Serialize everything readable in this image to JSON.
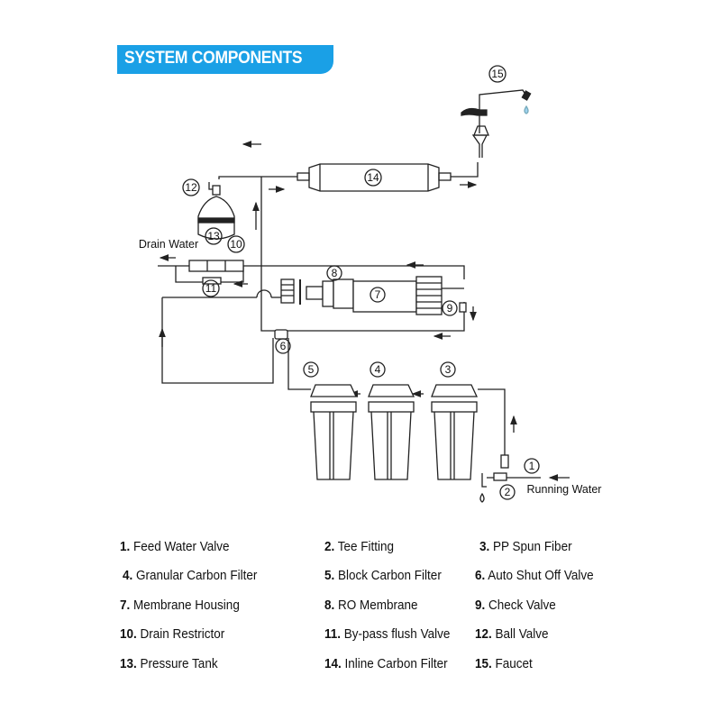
{
  "header": {
    "title": "SYSTEM COMPONENTS",
    "color": "#1aa0e6"
  },
  "diagram": {
    "labels": {
      "drain_water": "Drain Water",
      "running_water": "Running Water"
    },
    "callouts": [
      "1",
      "2",
      "3",
      "4",
      "5",
      "6",
      "7",
      "8",
      "9",
      "10",
      "11",
      "12",
      "13",
      "14",
      "15"
    ]
  },
  "legend": [
    {
      "num": "1.",
      "label": "Feed Water Valve"
    },
    {
      "num": "2.",
      "label": "Tee Fitting"
    },
    {
      "num": "3.",
      "label": "PP Spun Fiber"
    },
    {
      "num": "4.",
      "label": "Granular Carbon Filter"
    },
    {
      "num": "5.",
      "label": "Block Carbon Filter"
    },
    {
      "num": "6.",
      "label": "Auto Shut Off Valve"
    },
    {
      "num": "7.",
      "label": "Membrane Housing"
    },
    {
      "num": "8.",
      "label": "RO Membrane"
    },
    {
      "num": "9.",
      "label": "Check Valve"
    },
    {
      "num": "10.",
      "label": "Drain Restrictor"
    },
    {
      "num": "11.",
      "label": "By-pass flush Valve"
    },
    {
      "num": "12.",
      "label": "Ball Valve"
    },
    {
      "num": "13.",
      "label": "Pressure Tank"
    },
    {
      "num": "14.",
      "label": "Inline Carbon Filter"
    },
    {
      "num": "15.",
      "label": "Faucet"
    }
  ]
}
